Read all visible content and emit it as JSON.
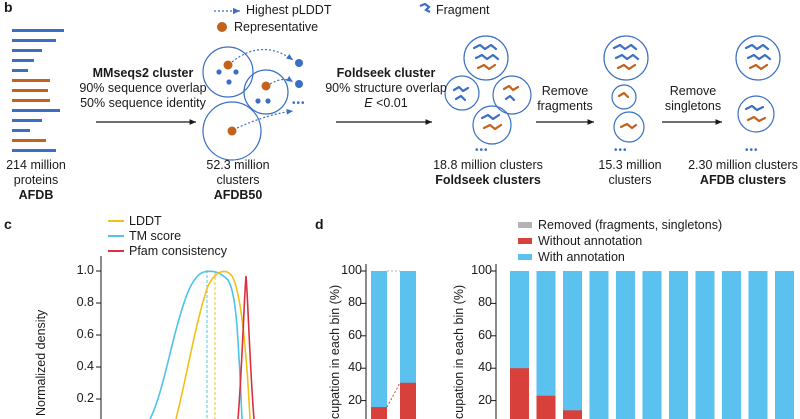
{
  "panel_b": {
    "label": "b",
    "legend": {
      "highest_plddt": "Highest pLDDT",
      "representative": "Representative",
      "fragment": "Fragment"
    },
    "colors": {
      "blue": "#3a6fc4",
      "orange": "#c2621d",
      "circle": "#3a6fc4"
    },
    "afdb": {
      "count": "214 million",
      "unit": "proteins",
      "name": "AFDB"
    },
    "step1": {
      "title": "MMseqs2 cluster",
      "line1": "90% sequence overlap",
      "line2": "50% sequence identity"
    },
    "afdb50": {
      "count": "52.3 million",
      "unit": "clusters",
      "name": "AFDB50"
    },
    "step2": {
      "title": "Foldseek cluster",
      "line1": "90% structure overlap",
      "line2_prefix": "E",
      "line2_rest": " <0.01"
    },
    "foldseek": {
      "count": "18.8 million clusters",
      "name": "Foldseek clusters"
    },
    "step3": {
      "line1": "Remove",
      "line2": "fragments"
    },
    "after_frag": {
      "count": "15.3 million",
      "unit": "clusters"
    },
    "step4": {
      "line1": "Remove",
      "line2": "singletons"
    },
    "afdb_clusters": {
      "count": "2.30 million clusters",
      "name": "AFDB clusters"
    },
    "ellipsis": "•••"
  },
  "panel_c": {
    "label": "c",
    "ylabel": "Normalized density",
    "yticks": [
      "1.0",
      "0.8",
      "0.6",
      "0.4",
      "0.2"
    ],
    "legend": [
      {
        "name": "LDDT",
        "color": "#f2c018"
      },
      {
        "name": "TM score",
        "color": "#4fc3e8"
      },
      {
        "name": "Pfam consistency",
        "color": "#d9313f"
      }
    ]
  },
  "panel_d": {
    "label": "d",
    "ylabel": "cupation in each bin (%)",
    "yticks": [
      "100",
      "80",
      "60",
      "40",
      "20"
    ],
    "legend": [
      {
        "name": "Removed (fragments, singletons)",
        "color": "#b3b3b3"
      },
      {
        "name": "Without annotation",
        "color": "#d8403c"
      },
      {
        "name": "With annotation",
        "color": "#5bc2ef"
      }
    ],
    "left_bars_without_pct": [
      16,
      31
    ],
    "right_bars_without_pct": [
      40,
      23,
      14,
      0,
      0,
      0,
      0,
      0,
      0,
      0,
      0
    ]
  }
}
